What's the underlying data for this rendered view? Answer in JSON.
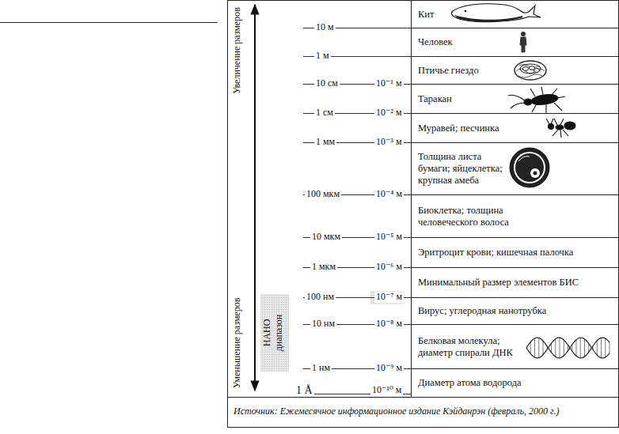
{
  "diagram": {
    "caption": "Источник: Ежемесячное информационное издание Кэйданрэн (февраль, 2000 г.)",
    "nodes": [
      {
        "text": [
          "Кит"
        ]
      },
      {
        "text": [
          "Человек"
        ]
      },
      {
        "text": [
          "Птичье гнездо"
        ]
      },
      {
        "text": [
          "Таракан"
        ]
      },
      {
        "text": [
          "Муравей; песчинка"
        ]
      },
      {
        "text": [
          "Толщина листа бумаги; яйцеклетка; крупная амеба"
        ]
      },
      {
        "text": [
          "Биоклетка; толщина человеческого волоса"
        ]
      },
      {
        "text": [
          "Эритроцит крови; кишечная палочка"
        ]
      },
      {
        "text": [
          "Минимальный размер элементов БИС"
        ]
      },
      {
        "text": [
          "Вирус; углеродная нанотрубка"
        ]
      },
      {
        "text": [
          "Белковая молекула; диаметр спирали ДНК"
        ]
      },
      {
        "text": [
          "Диаметр атома водорода"
        ]
      }
    ],
    "labels": [
      "10 м",
      "1 м",
      "10 см",
      "10⁻¹ м",
      "1 см",
      "10⁻² м",
      "1 мм",
      "10⁻³ м",
      "100 мкм",
      "10⁻⁴ м",
      "10 мкм",
      "10⁻⁵ м",
      "1 мкм",
      "10⁻⁶ м",
      "100 нм",
      "10⁻⁷ м",
      "10 нм",
      "10⁻⁸ м",
      "1 нм",
      "10⁻⁹ м",
      "1 Å",
      "10⁻¹⁰ м",
      "Увеличение размеров",
      "Уменьшение размеров",
      "НАНО диапазон"
    ]
  }
}
